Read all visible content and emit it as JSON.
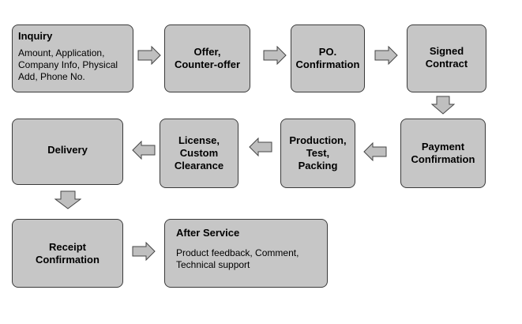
{
  "steps": {
    "inquiry": {
      "title": "Inquiry",
      "detail": "Amount, Application, Company Info, Physical Add, Phone No."
    },
    "offer": {
      "line1": "Offer,",
      "line2": "Counter-offer"
    },
    "po": {
      "line1": "PO.",
      "line2": "Confirmation"
    },
    "signed": {
      "line1": "Signed",
      "line2": "Contract"
    },
    "payment": {
      "line1": "Payment",
      "line2": "Confirmation"
    },
    "production": {
      "line1": "Production,",
      "line2": "Test,",
      "line3": "Packing"
    },
    "license": {
      "line1": "License,",
      "line2": "Custom",
      "line3": "Clearance"
    },
    "delivery": {
      "title": "Delivery"
    },
    "receipt": {
      "line1": "Receipt",
      "line2": "Confirmation"
    },
    "after_service": {
      "title": "After Service",
      "detail_line1": "Product feedback, Comment,",
      "detail_line2": "Technical support"
    }
  }
}
